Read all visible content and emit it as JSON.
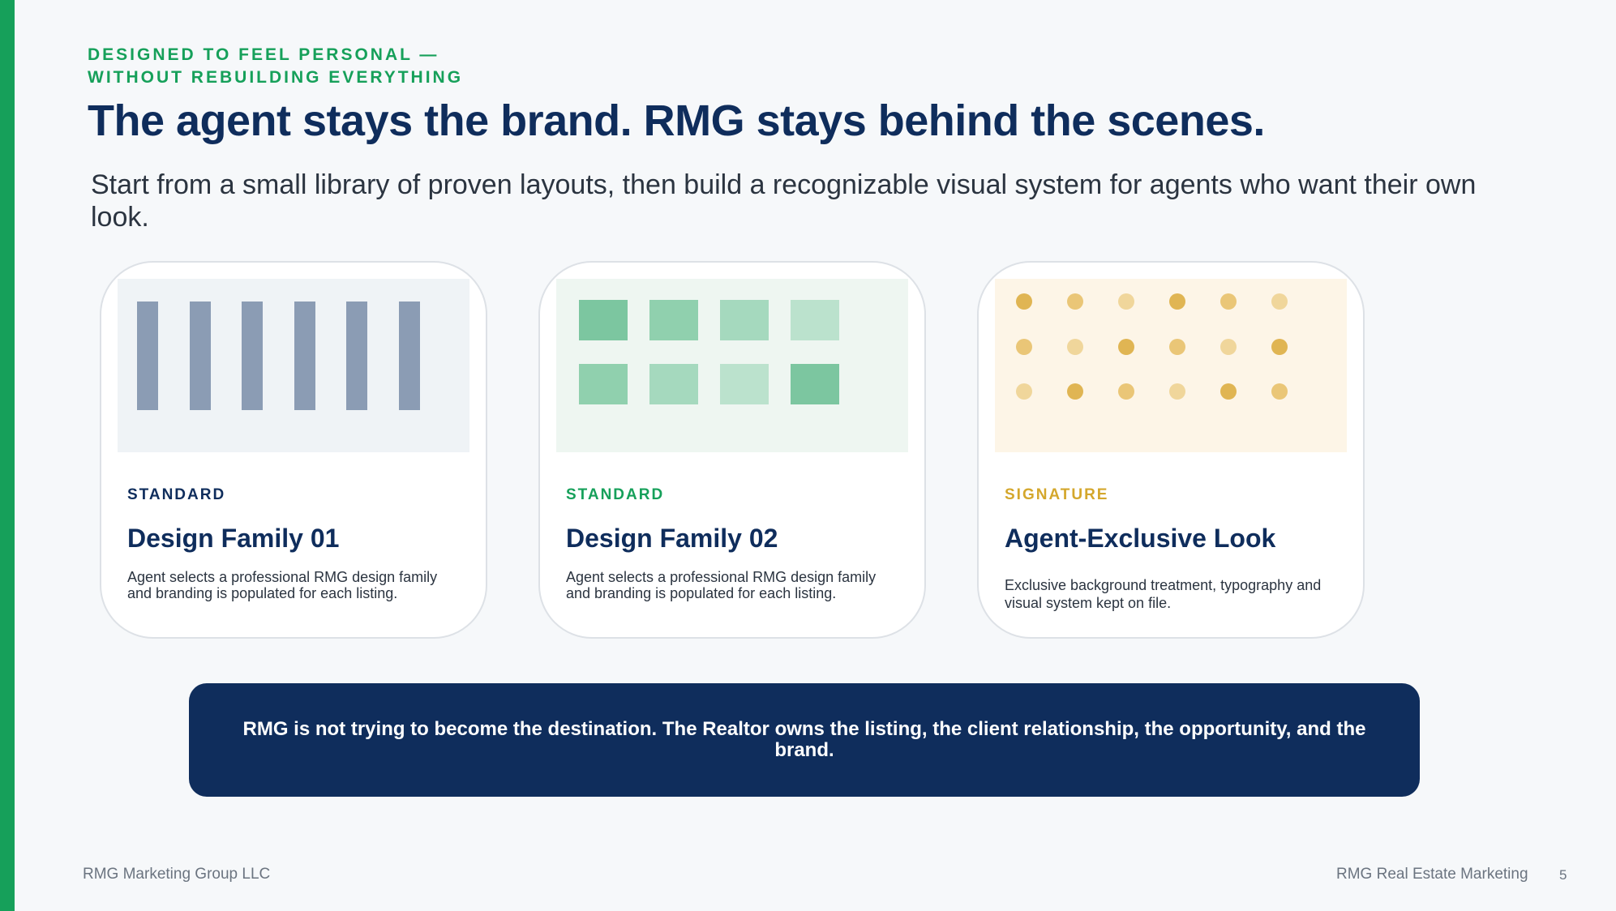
{
  "eyebrow": {
    "line1": "DESIGNED TO FEEL PERSONAL —",
    "line2": "WITHOUT REBUILDING EVERYTHING"
  },
  "headline": "The agent stays the brand. RMG stays behind the scenes.",
  "subhead": "Start from a small library of proven layouts, then build a recognizable visual system for agents who want their own look.",
  "cards": [
    {
      "tag": "STANDARD",
      "title": "Design Family 01",
      "description": "Agent selects a professional RMG design family and branding is populated for each listing.",
      "tag_color": "#0f2d5c"
    },
    {
      "tag": "STANDARD",
      "title": "Design Family 02",
      "description": "Agent selects a professional RMG design family and branding is populated for each listing.",
      "tag_color": "#16a05a"
    },
    {
      "tag": "SIGNATURE",
      "title": "Agent-Exclusive Look",
      "description": "Exclusive background treatment, typography and visual system kept on file.",
      "tag_color": "#d4a72c"
    }
  ],
  "callout": "RMG is not trying to become the destination. The Realtor owns the listing, the client relationship, the opportunity, and the brand.",
  "footer": {
    "left": "RMG Marketing Group LLC",
    "right": "RMG Real Estate Marketing",
    "page": "5"
  },
  "colors": {
    "accent": "#16a05a",
    "navy": "#0f2d5c",
    "gold": "#d4a72c"
  }
}
